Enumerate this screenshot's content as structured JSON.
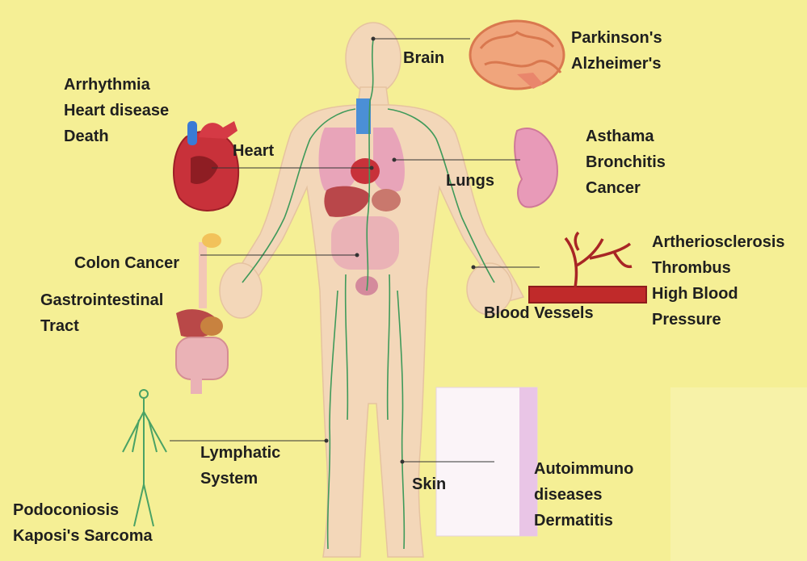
{
  "organs": {
    "brain": {
      "label": "Brain",
      "diseases": [
        "Parkinson's",
        "Alzheimer's"
      ]
    },
    "heart": {
      "label": "Heart",
      "diseases": [
        "Arrhythmia",
        "Heart disease",
        "Death"
      ]
    },
    "lungs": {
      "label": "Lungs",
      "diseases": [
        "Asthama",
        "Bronchitis",
        "Cancer"
      ]
    },
    "colon": {
      "label": "Colon Cancer"
    },
    "gi_tract": {
      "label_lines": [
        "Gastrointestinal",
        "Tract"
      ]
    },
    "blood_vessels": {
      "label": "Blood Vessels",
      "diseases": [
        "Artheriosclerosis",
        "Thrombus",
        "High Blood",
        "Pressure"
      ]
    },
    "lymphatic": {
      "label_lines": [
        "Lymphatic",
        "System"
      ],
      "diseases": [
        "Podoconiosis",
        "Kaposi's Sarcoma"
      ]
    },
    "skin": {
      "label": "Skin",
      "diseases": [
        "Autoimmuno",
        "diseases",
        "Dermatitis"
      ]
    }
  },
  "colors": {
    "background": "#f5ef95",
    "body": "#f3d7b9",
    "lymph": "#3f9a5a",
    "heart": "#c8313a",
    "lungs": "#e89ab8",
    "vessel": "#c02a2a"
  }
}
